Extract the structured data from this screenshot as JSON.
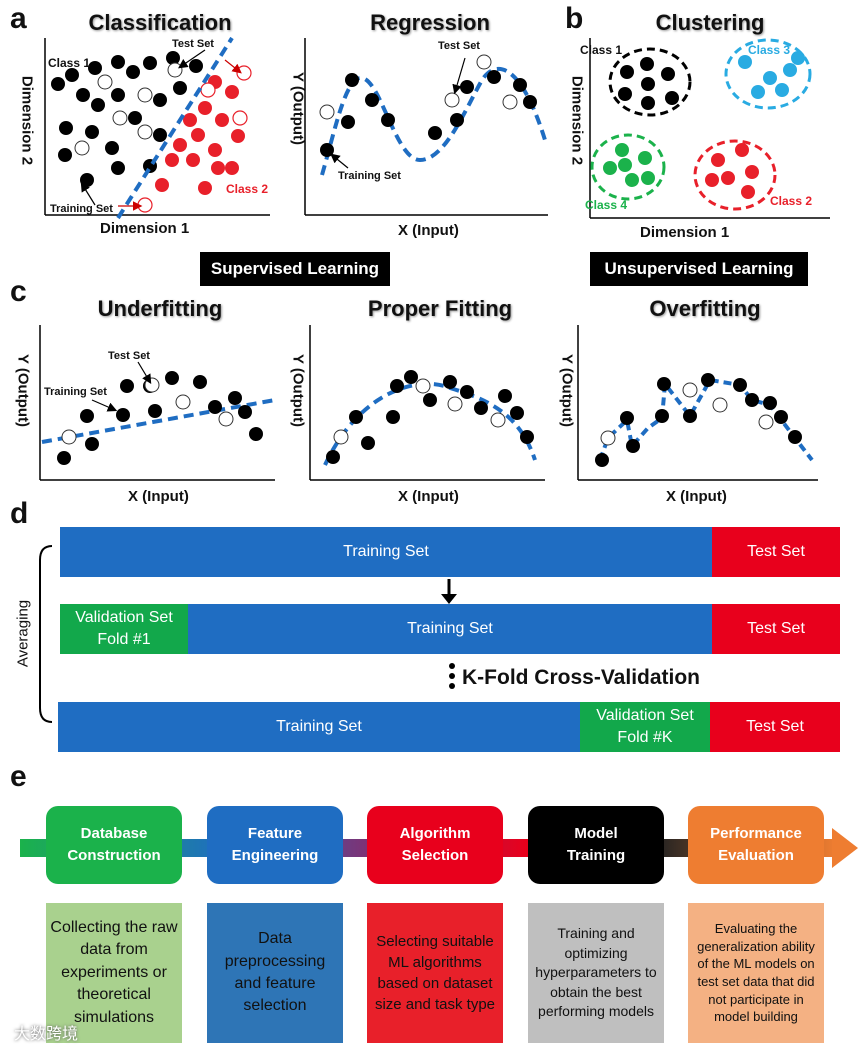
{
  "panel_letters": {
    "a": "a",
    "b": "b",
    "c": "c",
    "d": "d",
    "e": "e"
  },
  "classification": {
    "title": "Classification",
    "xlabel": "Dimension 1",
    "ylabel": "Dimension 2",
    "class1": "Class 1",
    "class2": "Class 2",
    "test_set": "Test Set",
    "training_set": "Training Set",
    "colors": {
      "class1": "#000000",
      "class2": "#e8202a",
      "boundary": "#1f6dc2"
    }
  },
  "regression": {
    "title": "Regression",
    "xlabel": "X (Input)",
    "ylabel": "Y (Output)",
    "test_set": "Test Set",
    "training_set": "Training Set"
  },
  "clustering": {
    "title": "Clustering",
    "xlabel": "Dimension 1",
    "ylabel": "Dimension 2",
    "class1": "Class 1",
    "class2": "Class 2",
    "class3": "Class 3",
    "class4": "Class 4",
    "colors": {
      "class1": "#000000",
      "class2": "#e8202a",
      "class3": "#29abe2",
      "class4": "#1bb24b"
    }
  },
  "bands": {
    "supervised": "Supervised Learning",
    "unsupervised": "Unsupervised Learning"
  },
  "fitting": {
    "underfitting": {
      "title": "Underfitting",
      "xlabel": "X (Input)",
      "ylabel": "Y (Output)",
      "test_set": "Test Set",
      "training_set": "Training Set"
    },
    "proper": {
      "title": "Proper Fitting",
      "xlabel": "X (Input)",
      "ylabel": "Y (Output)"
    },
    "overfitting": {
      "title": "Overfitting",
      "xlabel": "X (Input)",
      "ylabel": "Y (Output)"
    }
  },
  "cross_validation": {
    "averaging": "Averaging",
    "training_set": "Training Set",
    "test_set": "Test Set",
    "validation_fold1_line1": "Validation Set",
    "validation_fold1_line2": "Fold #1",
    "validation_foldk_line1": "Validation Set",
    "validation_foldk_line2": "Fold #K",
    "kfold_label": "K-Fold Cross-Validation",
    "colors": {
      "training": "#1f6dc2",
      "test": "#e8001c",
      "validation": "#12a84b"
    }
  },
  "workflow": {
    "steps": [
      {
        "line1": "Database",
        "line2": "Construction",
        "color": "#1bb24b"
      },
      {
        "line1": "Feature",
        "line2": "Engineering",
        "color": "#1f6dc2"
      },
      {
        "line1": "Algorithm",
        "line2": "Selection",
        "color": "#e8001c"
      },
      {
        "line1": "Model",
        "line2": "Training",
        "color": "#000000"
      },
      {
        "line1": "Performance",
        "line2": "Evaluation",
        "color": "#ee7d31"
      }
    ],
    "descriptions": [
      {
        "text": "Collecting the raw data from experiments or theoretical simulations",
        "color": "#a9d18e"
      },
      {
        "text": "Data preprocessing and feature selection",
        "color": "#2e75b6"
      },
      {
        "text": "Selecting suitable ML algorithms based on dataset size and task type",
        "color": "#e8202a"
      },
      {
        "text": "Training and optimizing hyperparameters to obtain the best performing models",
        "color": "#bfbfbf"
      },
      {
        "text": "Evaluating the generalization ability of the ML models on test set data that did not participate in model building",
        "color": "#f4b183"
      }
    ]
  },
  "watermark": "大数跨境"
}
